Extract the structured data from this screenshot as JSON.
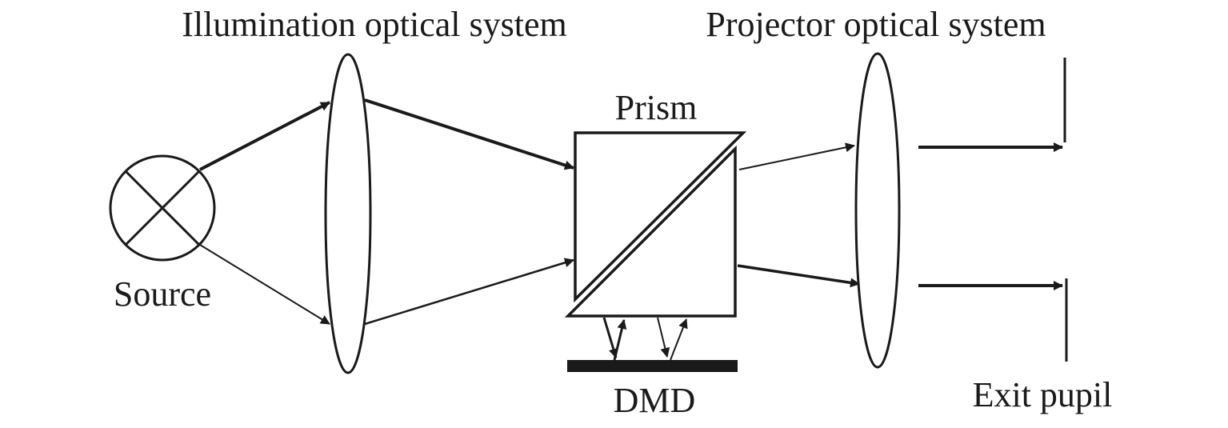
{
  "labels": {
    "illumination": "Illumination optical system",
    "projector": "Projector optical system",
    "prism": "Prism",
    "source": "Source",
    "dmd": "DMD",
    "exit_pupil": "Exit pupil"
  },
  "colors": {
    "ink": "#1a1a1a",
    "background": "#ffffff"
  }
}
